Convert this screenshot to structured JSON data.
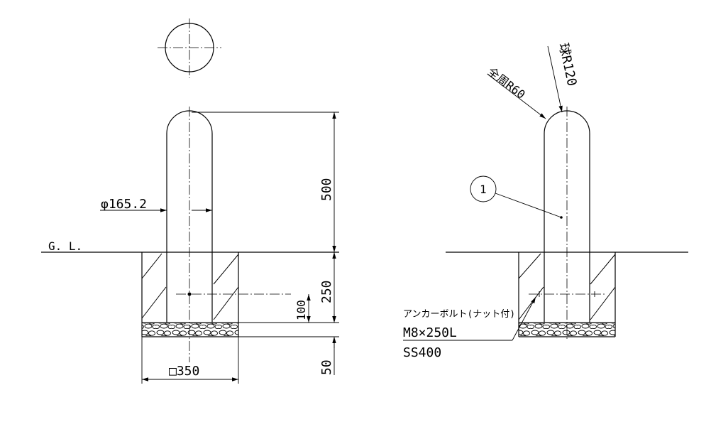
{
  "left_view": {
    "ground_label": "G. L.",
    "diameter_label": "φ165.2",
    "height_above_label": "500",
    "depth_label": "250",
    "bolt_height_label": "100",
    "gravel_label": "50",
    "footing_label": "□350"
  },
  "right_view": {
    "fillet_label": "全周R60",
    "sphere_label": "球R120",
    "part_number": "1",
    "anchor_title": "アンカーボルト(ナット付)",
    "anchor_size": "M8×250L",
    "anchor_material": "SS400"
  }
}
